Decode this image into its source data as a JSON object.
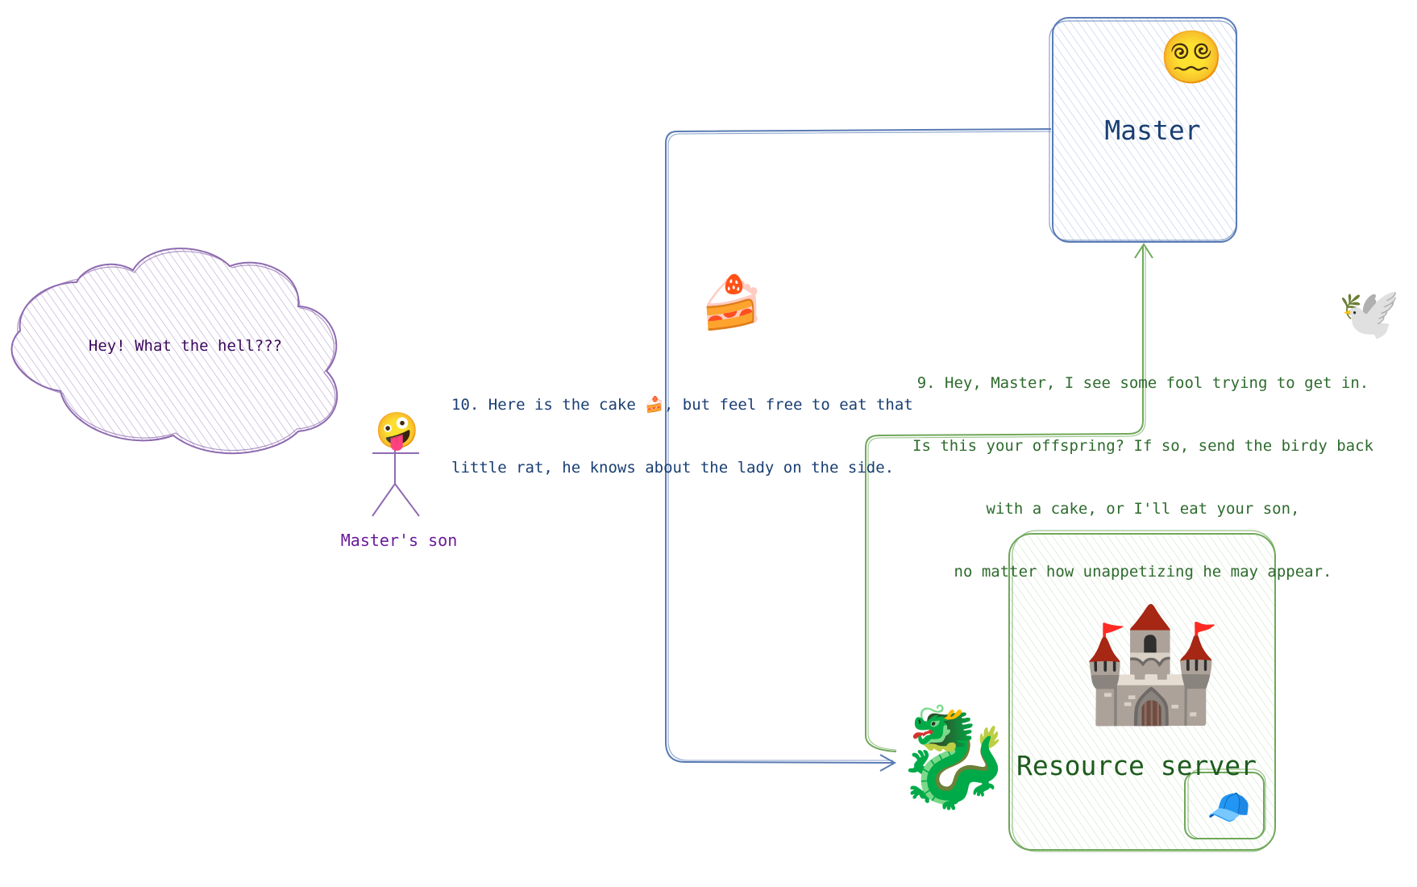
{
  "cloud": {
    "text": "Hey! What the hell???"
  },
  "son": {
    "label": "Master's son",
    "face_icon": "zany-face-icon"
  },
  "master": {
    "label": "Master",
    "icon": "dizzy-face-icon"
  },
  "resource_server": {
    "label": "Resource server",
    "icons": [
      "castle-icon",
      "blue-cap-icon"
    ]
  },
  "dragon": {
    "icon": "dragon-icon"
  },
  "arrow_10": {
    "lines": [
      "10. Here is the cake 🍰, but feel free to eat that",
      "little rat, he knows about the lady on the side."
    ],
    "icon": "cake-icon"
  },
  "arrow_9": {
    "lines": [
      "9. Hey, Master, I see some fool trying to get in.",
      "Is this your offspring? If so, send the birdy back",
      "with a cake, or I'll eat your son,",
      "no matter how unappetizing he may appear."
    ],
    "icon": "dove-icon"
  },
  "colors": {
    "blue": "#5a7bb5",
    "green": "#6fa85a",
    "purple": "#8e6bb0"
  }
}
